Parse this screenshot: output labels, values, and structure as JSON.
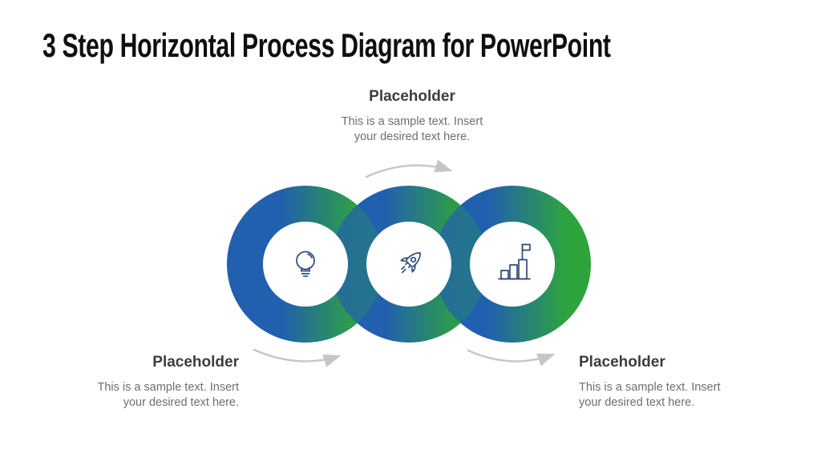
{
  "slide": {
    "title": "3 Step Horizontal Process Diagram for PowerPoint",
    "background_color": "#ffffff"
  },
  "colors": {
    "ring_gradient_start_blue": "#2160ae",
    "ring_gradient_end_green": "#2ea53c",
    "icon_stroke_navy": "#2d4a7e",
    "arrow_gray": "#c6c6c6",
    "title_text": "#0f0f0f",
    "heading_text": "#3d3d3d",
    "body_text": "#6e6e6e"
  },
  "steps": [
    {
      "id": 1,
      "position": "bottom-left",
      "icon": "lightbulb-icon",
      "heading": "Placeholder",
      "body_line1": "This is a sample text. Insert",
      "body_line2": "your desired text here."
    },
    {
      "id": 2,
      "position": "top-center",
      "icon": "rocket-icon",
      "heading": "Placeholder",
      "body_line1": "This is a sample text. Insert",
      "body_line2": "your desired text here."
    },
    {
      "id": 3,
      "position": "bottom-right",
      "icon": "goal-flag-bar-chart-icon",
      "heading": "Placeholder",
      "body_line1": "This is a sample text. Insert",
      "body_line2": "your desired text here."
    }
  ]
}
